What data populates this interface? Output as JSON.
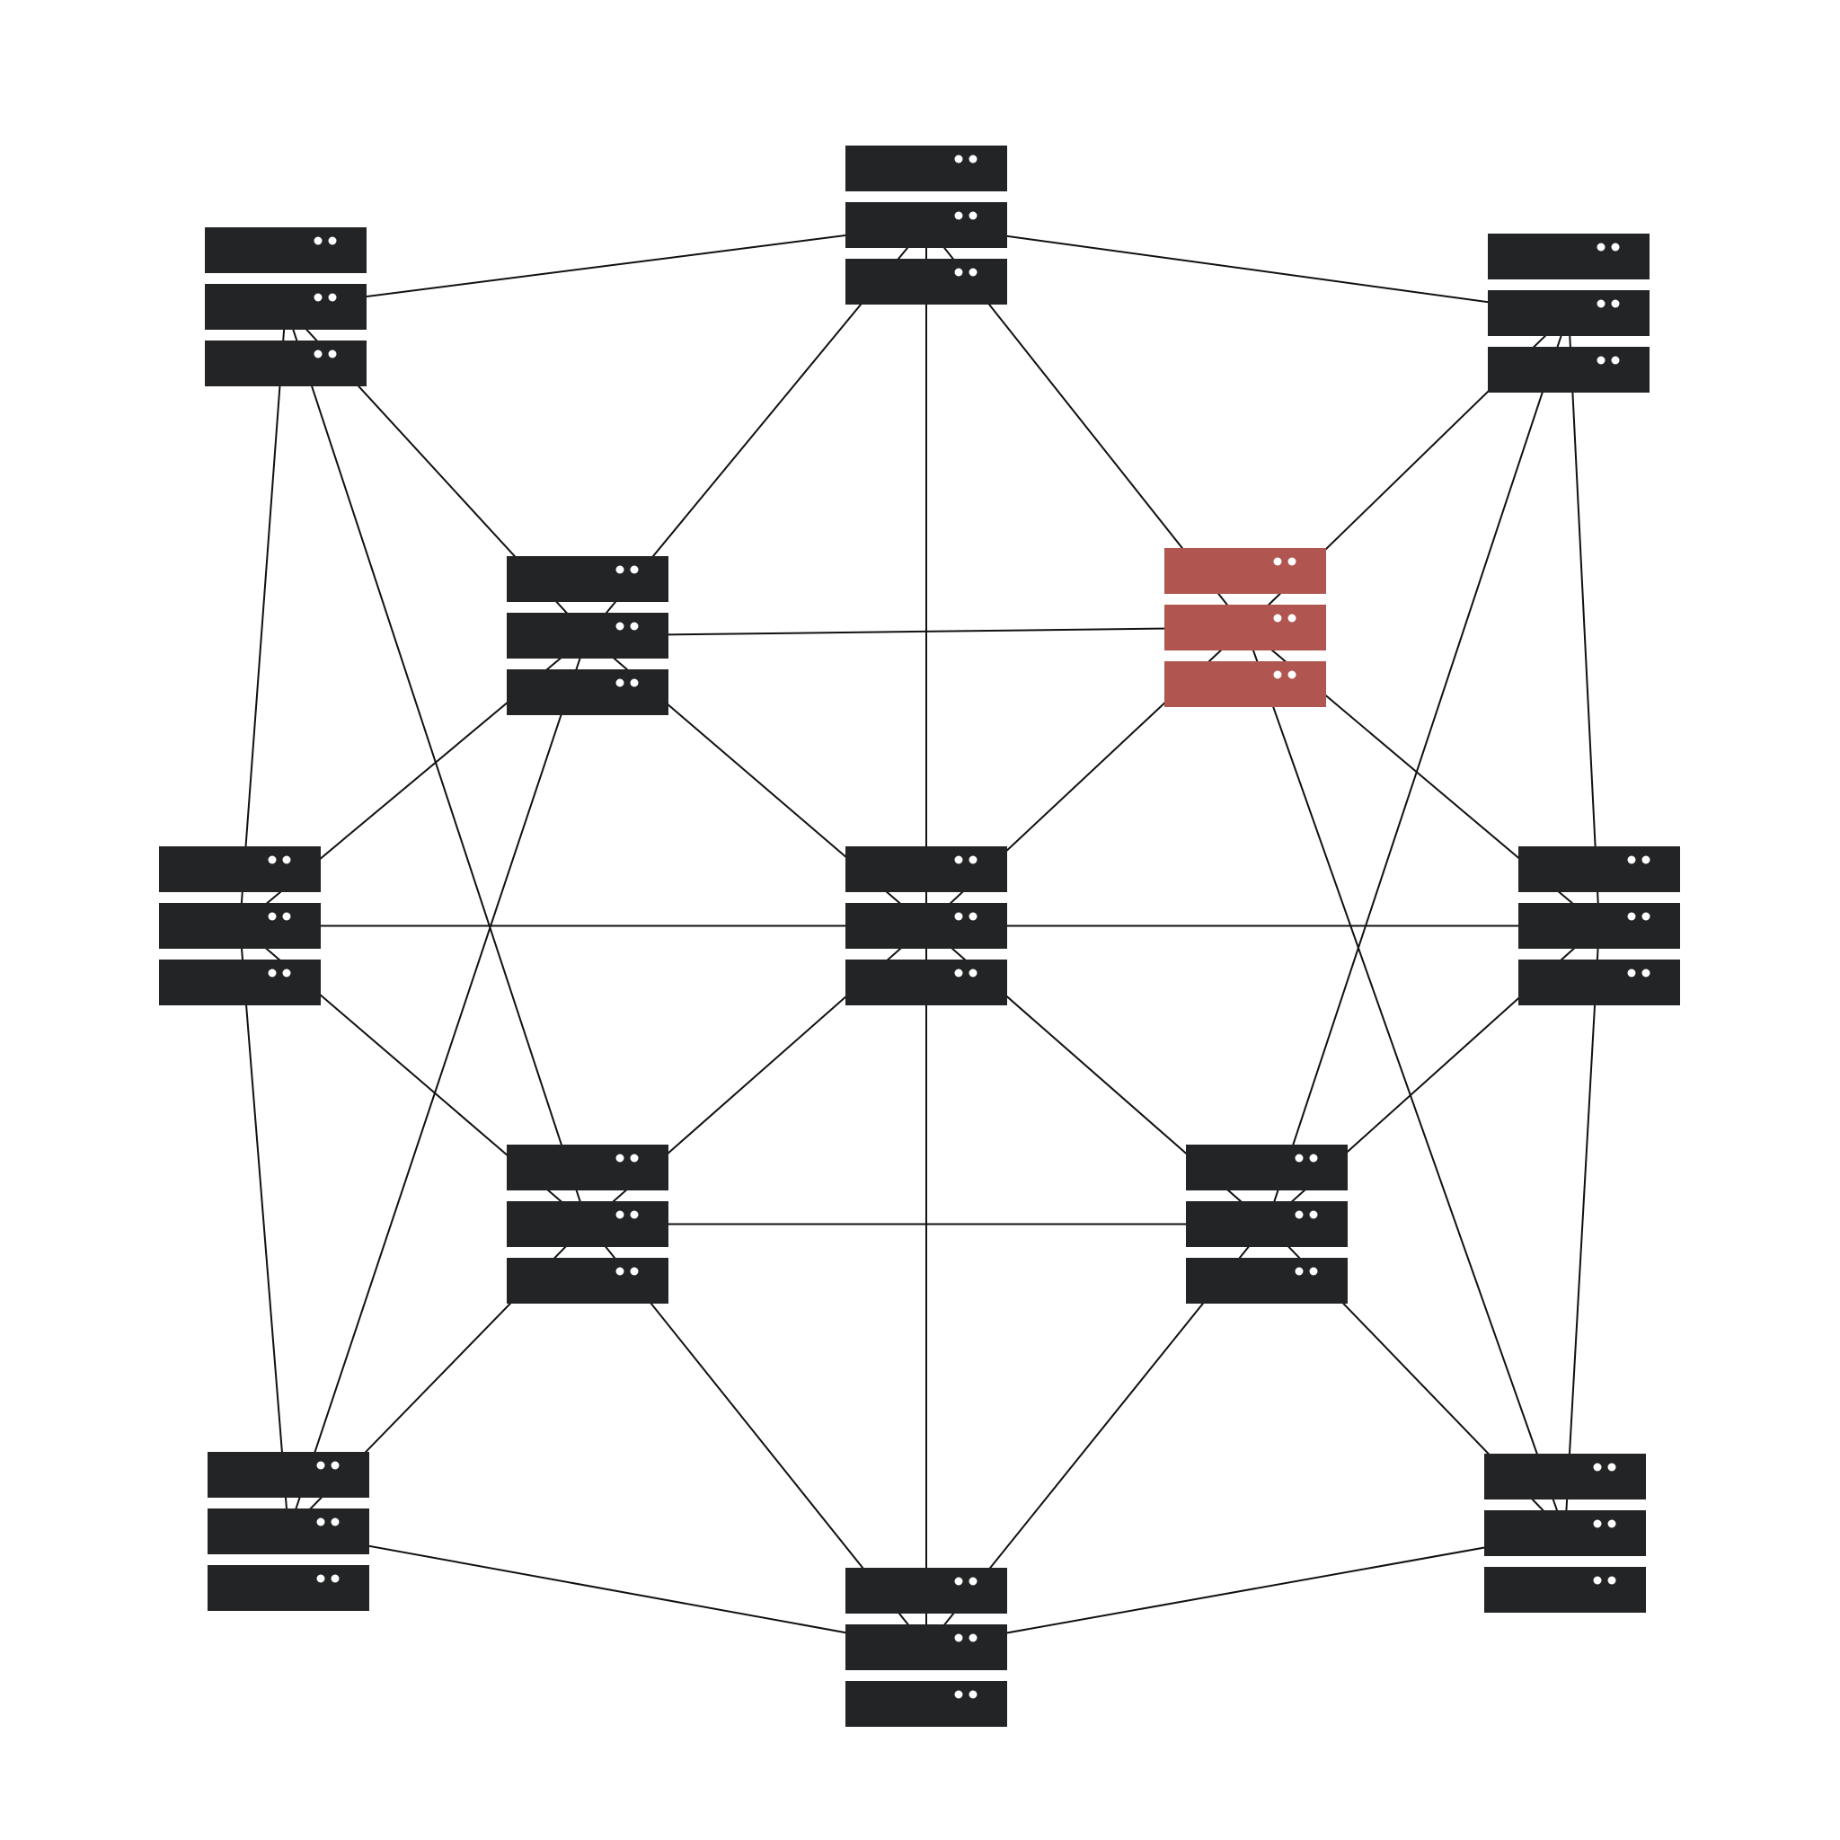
{
  "diagram": {
    "colors": {
      "background": "#ffffff",
      "server": "#232425",
      "highlight": "#b0554f",
      "indicator": "#ffffff",
      "link": "#111111"
    },
    "nodes": [
      {
        "id": "server-top-center",
        "status": "normal"
      },
      {
        "id": "server-top-left",
        "status": "normal"
      },
      {
        "id": "server-top-right",
        "status": "normal"
      },
      {
        "id": "server-upper-left-inner",
        "status": "normal"
      },
      {
        "id": "server-upper-right-inner",
        "status": "highlighted"
      },
      {
        "id": "server-mid-left",
        "status": "normal"
      },
      {
        "id": "server-center",
        "status": "normal"
      },
      {
        "id": "server-mid-right",
        "status": "normal"
      },
      {
        "id": "server-lower-left-inner",
        "status": "normal"
      },
      {
        "id": "server-lower-right-inner",
        "status": "normal"
      },
      {
        "id": "server-bottom-left",
        "status": "normal"
      },
      {
        "id": "server-bottom-center",
        "status": "normal"
      },
      {
        "id": "server-bottom-right",
        "status": "normal"
      }
    ],
    "links": [
      [
        "server-top-left",
        "server-top-center"
      ],
      [
        "server-top-center",
        "server-top-right"
      ],
      [
        "server-top-center",
        "server-upper-left-inner"
      ],
      [
        "server-top-center",
        "server-center"
      ],
      [
        "server-top-center",
        "server-upper-right-inner"
      ],
      [
        "server-top-left",
        "server-upper-left-inner"
      ],
      [
        "server-top-left",
        "server-mid-left"
      ],
      [
        "server-top-left",
        "server-lower-left-inner"
      ],
      [
        "server-top-right",
        "server-upper-right-inner"
      ],
      [
        "server-top-right",
        "server-mid-right"
      ],
      [
        "server-top-right",
        "server-lower-right-inner"
      ],
      [
        "server-upper-left-inner",
        "server-upper-right-inner"
      ],
      [
        "server-upper-left-inner",
        "server-mid-left"
      ],
      [
        "server-upper-left-inner",
        "server-center"
      ],
      [
        "server-upper-left-inner",
        "server-bottom-left"
      ],
      [
        "server-upper-right-inner",
        "server-center"
      ],
      [
        "server-upper-right-inner",
        "server-mid-right"
      ],
      [
        "server-upper-right-inner",
        "server-bottom-right"
      ],
      [
        "server-mid-left",
        "server-center"
      ],
      [
        "server-mid-left",
        "server-lower-left-inner"
      ],
      [
        "server-mid-left",
        "server-bottom-left"
      ],
      [
        "server-center",
        "server-mid-right"
      ],
      [
        "server-center",
        "server-lower-left-inner"
      ],
      [
        "server-center",
        "server-lower-right-inner"
      ],
      [
        "server-center",
        "server-bottom-center"
      ],
      [
        "server-mid-right",
        "server-lower-right-inner"
      ],
      [
        "server-mid-right",
        "server-bottom-right"
      ],
      [
        "server-lower-left-inner",
        "server-lower-right-inner"
      ],
      [
        "server-lower-left-inner",
        "server-bottom-left"
      ],
      [
        "server-lower-left-inner",
        "server-bottom-center"
      ],
      [
        "server-lower-right-inner",
        "server-bottom-center"
      ],
      [
        "server-lower-right-inner",
        "server-bottom-right"
      ],
      [
        "server-bottom-left",
        "server-bottom-center"
      ],
      [
        "server-bottom-center",
        "server-bottom-right"
      ]
    ]
  }
}
